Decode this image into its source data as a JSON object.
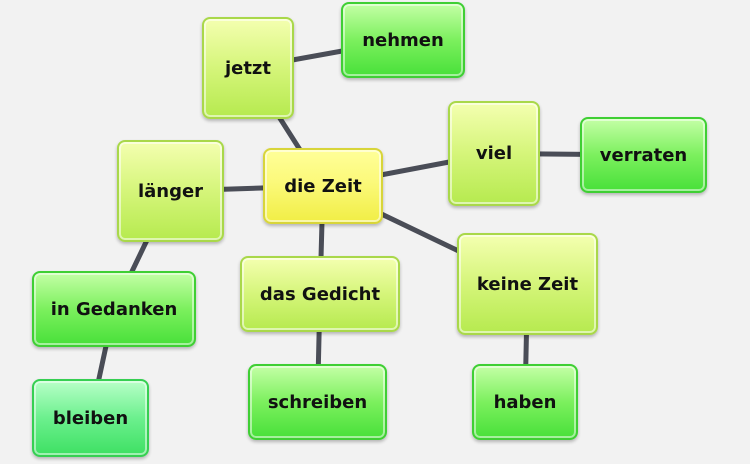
{
  "diagram": {
    "edge_color": "#4a4d57",
    "nodes": [
      {
        "id": "die-zeit",
        "label": "die Zeit",
        "level": "center"
      },
      {
        "id": "jetzt",
        "label": "jetzt",
        "level": "1"
      },
      {
        "id": "nehmen",
        "label": "nehmen",
        "level": "2"
      },
      {
        "id": "viel",
        "label": "viel",
        "level": "1"
      },
      {
        "id": "verraten",
        "label": "verraten",
        "level": "2"
      },
      {
        "id": "laenger",
        "label": "länger",
        "level": "1"
      },
      {
        "id": "in-gedanken",
        "label": "in Gedanken",
        "level": "2"
      },
      {
        "id": "bleiben",
        "label": "bleiben",
        "level": "3"
      },
      {
        "id": "das-gedicht",
        "label": "das Gedicht",
        "level": "1"
      },
      {
        "id": "schreiben",
        "label": "schreiben",
        "level": "2"
      },
      {
        "id": "keine-zeit",
        "label": "keine Zeit",
        "level": "1"
      },
      {
        "id": "haben",
        "label": "haben",
        "level": "2"
      }
    ],
    "edges": [
      {
        "from": "die-zeit",
        "to": "jetzt"
      },
      {
        "from": "jetzt",
        "to": "nehmen"
      },
      {
        "from": "die-zeit",
        "to": "viel"
      },
      {
        "from": "viel",
        "to": "verraten"
      },
      {
        "from": "die-zeit",
        "to": "laenger"
      },
      {
        "from": "laenger",
        "to": "in-gedanken"
      },
      {
        "from": "in-gedanken",
        "to": "bleiben"
      },
      {
        "from": "die-zeit",
        "to": "das-gedicht"
      },
      {
        "from": "das-gedicht",
        "to": "schreiben"
      },
      {
        "from": "die-zeit",
        "to": "keine-zeit"
      },
      {
        "from": "keine-zeit",
        "to": "haben"
      }
    ]
  }
}
